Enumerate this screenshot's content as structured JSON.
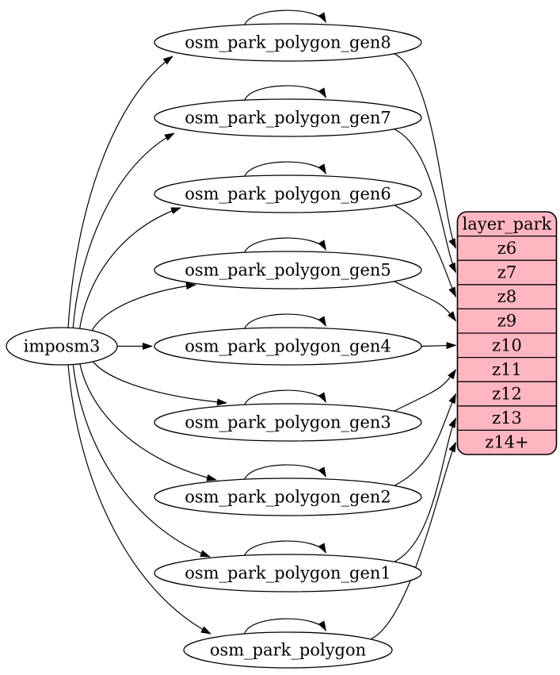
{
  "diagram": {
    "kind": "graphviz-dependency-graph",
    "background_color": "#ffffff",
    "edge_color": "#000000",
    "node_fill": "#ffffff",
    "node_stroke": "#000000",
    "text_color": "#000000",
    "source_node": {
      "id": "imposm3",
      "label": "imposm3"
    },
    "table_nodes": [
      {
        "id": "osm_park_polygon_gen8",
        "label": "osm_park_polygon_gen8"
      },
      {
        "id": "osm_park_polygon_gen7",
        "label": "osm_park_polygon_gen7"
      },
      {
        "id": "osm_park_polygon_gen6",
        "label": "osm_park_polygon_gen6"
      },
      {
        "id": "osm_park_polygon_gen5",
        "label": "osm_park_polygon_gen5"
      },
      {
        "id": "osm_park_polygon_gen4",
        "label": "osm_park_polygon_gen4"
      },
      {
        "id": "osm_park_polygon_gen3",
        "label": "osm_park_polygon_gen3"
      },
      {
        "id": "osm_park_polygon_gen2",
        "label": "osm_park_polygon_gen2"
      },
      {
        "id": "osm_park_polygon_gen1",
        "label": "osm_park_polygon_gen1"
      },
      {
        "id": "osm_park_polygon",
        "label": "osm_park_polygon"
      }
    ],
    "layer_table": {
      "title": "layer_park",
      "rows": [
        "z6",
        "z7",
        "z8",
        "z9",
        "z10",
        "z11",
        "z12",
        "z13",
        "z14+"
      ],
      "fill": "#ffb6c1",
      "stroke": "#000000"
    },
    "edges": [
      {
        "from": "imposm3",
        "to": "osm_park_polygon_gen8"
      },
      {
        "from": "imposm3",
        "to": "osm_park_polygon_gen7"
      },
      {
        "from": "imposm3",
        "to": "osm_park_polygon_gen6"
      },
      {
        "from": "imposm3",
        "to": "osm_park_polygon_gen5"
      },
      {
        "from": "imposm3",
        "to": "osm_park_polygon_gen4"
      },
      {
        "from": "imposm3",
        "to": "osm_park_polygon_gen3"
      },
      {
        "from": "imposm3",
        "to": "osm_park_polygon_gen2"
      },
      {
        "from": "imposm3",
        "to": "osm_park_polygon_gen1"
      },
      {
        "from": "imposm3",
        "to": "osm_park_polygon"
      },
      {
        "from": "osm_park_polygon_gen8",
        "to": "osm_park_polygon_gen8"
      },
      {
        "from": "osm_park_polygon_gen7",
        "to": "osm_park_polygon_gen7"
      },
      {
        "from": "osm_park_polygon_gen6",
        "to": "osm_park_polygon_gen6"
      },
      {
        "from": "osm_park_polygon_gen5",
        "to": "osm_park_polygon_gen5"
      },
      {
        "from": "osm_park_polygon_gen4",
        "to": "osm_park_polygon_gen4"
      },
      {
        "from": "osm_park_polygon_gen3",
        "to": "osm_park_polygon_gen3"
      },
      {
        "from": "osm_park_polygon_gen2",
        "to": "osm_park_polygon_gen2"
      },
      {
        "from": "osm_park_polygon_gen1",
        "to": "osm_park_polygon_gen1"
      },
      {
        "from": "osm_park_polygon",
        "to": "osm_park_polygon"
      },
      {
        "from": "osm_park_polygon_gen8",
        "to": "z6"
      },
      {
        "from": "osm_park_polygon_gen7",
        "to": "z7"
      },
      {
        "from": "osm_park_polygon_gen6",
        "to": "z8"
      },
      {
        "from": "osm_park_polygon_gen5",
        "to": "z9"
      },
      {
        "from": "osm_park_polygon_gen4",
        "to": "z10"
      },
      {
        "from": "osm_park_polygon_gen3",
        "to": "z11"
      },
      {
        "from": "osm_park_polygon_gen2",
        "to": "z12"
      },
      {
        "from": "osm_park_polygon_gen1",
        "to": "z13"
      },
      {
        "from": "osm_park_polygon",
        "to": "z14+"
      }
    ]
  }
}
